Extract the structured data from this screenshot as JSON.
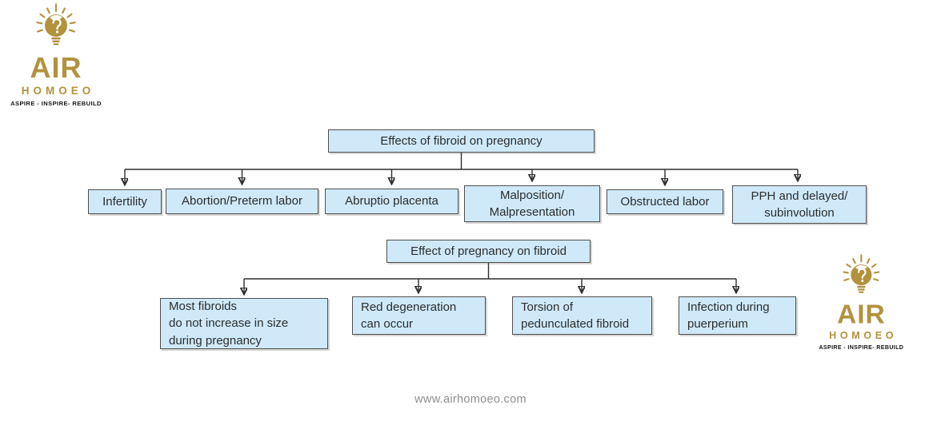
{
  "page": {
    "background_color": "#ffffff",
    "footer": {
      "url": "www.airhomoeo.com",
      "color": "#8f8f8f"
    }
  },
  "logo": {
    "icon": "lightbulb-rays-icon",
    "name": "AIR",
    "subtitle": "HOMOEO",
    "tagline": "ASPIRE - INSPIRE- REBUILD",
    "gold_color": "#b3923e",
    "tagline_color": "#151515"
  },
  "diagram": {
    "box_fill_color": "#cfe9f9",
    "box_border_color": "#4f4f4f",
    "text_color": "#2d2d2d",
    "connector_color": "#2f2f2f",
    "tree1": {
      "root": "Effects of fibroid on pregnancy",
      "children": [
        {
          "label": "Infertility"
        },
        {
          "label": "Abortion/Preterm labor"
        },
        {
          "label": "Abruptio placenta"
        },
        {
          "label": "Malposition/\nMalpresentation"
        },
        {
          "label": "Obstructed labor"
        },
        {
          "label": "PPH and delayed/\nsubinvolution"
        }
      ]
    },
    "tree2": {
      "root": "Effect of pregnancy on fibroid",
      "children": [
        {
          "label": "Most fibroids\ndo not increase in size\nduring pregnancy"
        },
        {
          "label": "Red degeneration\ncan occur"
        },
        {
          "label": "Torsion of\npedunculated fibroid"
        },
        {
          "label": "Infection during\npuerperium"
        }
      ]
    }
  }
}
